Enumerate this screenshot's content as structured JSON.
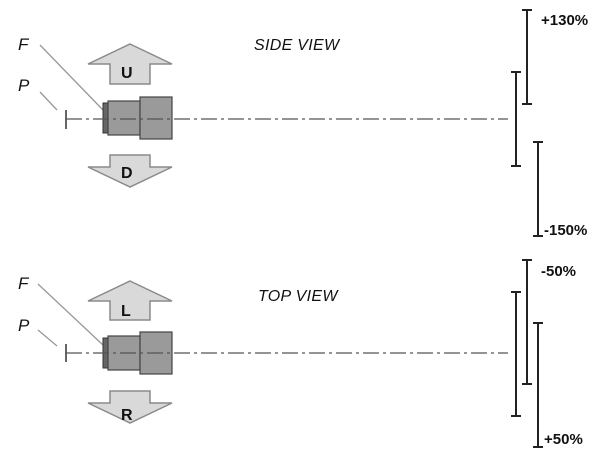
{
  "side_view": {
    "title": "SIDE VIEW",
    "label_f": "F",
    "label_p": "P",
    "arrow_up": "U",
    "arrow_down": "D",
    "range_top": "+130%",
    "range_bottom": "-150%"
  },
  "top_view": {
    "title": "TOP VIEW",
    "label_f": "F",
    "label_p": "P",
    "arrow_up": "L",
    "arrow_down": "R",
    "range_top": "-50%",
    "range_bottom": "+50%"
  }
}
